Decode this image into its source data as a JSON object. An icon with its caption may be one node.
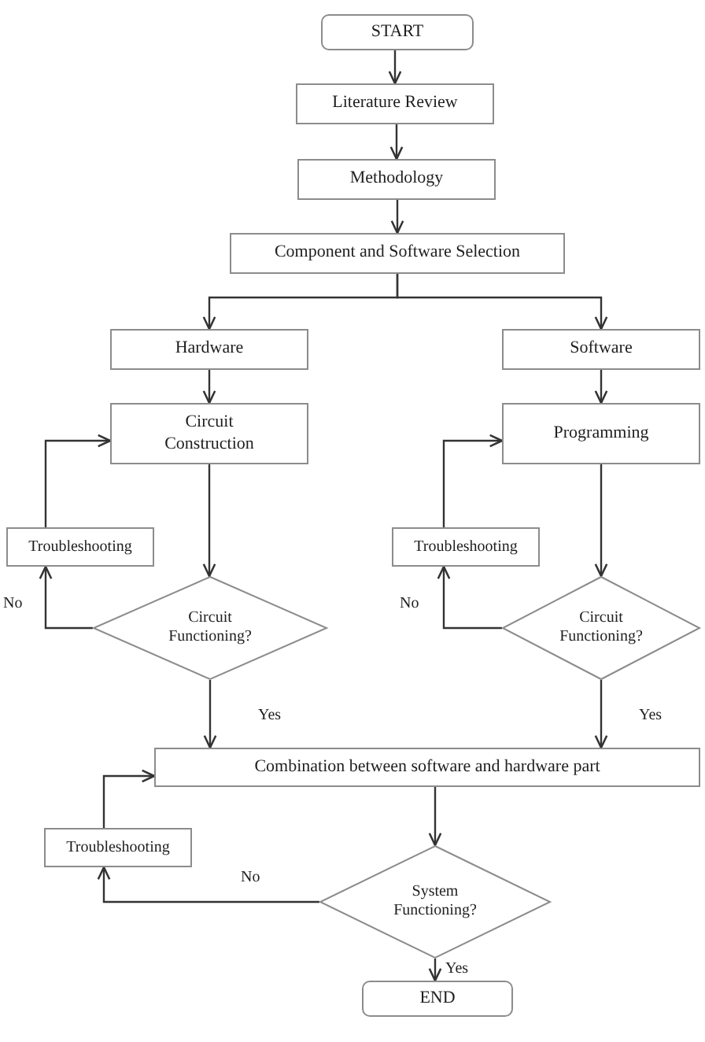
{
  "diagram": {
    "nodes": [
      {
        "text": [
          "START"
        ]
      },
      {
        "text": [
          "Literature Review"
        ]
      },
      {
        "text": [
          "Methodology"
        ]
      },
      {
        "text": [
          "Component and Software Selection"
        ]
      },
      {
        "text": [
          "Hardware"
        ]
      },
      {
        "text": [
          "Software"
        ]
      },
      {
        "text": [
          "Circuit Construction"
        ]
      },
      {
        "text": [
          "Programming"
        ]
      },
      {
        "text": [
          "Troubleshooting"
        ]
      },
      {
        "text": [
          "Troubleshooting"
        ]
      },
      {
        "text": [
          "Circuit Functioning?"
        ]
      },
      {
        "text": [
          "Circuit Functioning?"
        ]
      },
      {
        "text": [
          "Combination between software and hardware part"
        ]
      },
      {
        "text": [
          "Troubleshooting"
        ]
      },
      {
        "text": [
          "System Functioning?"
        ]
      },
      {
        "text": [
          "END"
        ]
      }
    ],
    "edges": [
      {
        "from": 0,
        "to": 1,
        "arrow": "to"
      },
      {
        "from": 1,
        "to": 2,
        "arrow": "to"
      },
      {
        "from": 2,
        "to": 3,
        "arrow": "to"
      },
      {
        "from": 3,
        "to": 4,
        "arrow": "to"
      },
      {
        "from": 3,
        "to": 5,
        "arrow": "to"
      },
      {
        "from": 4,
        "to": 6,
        "arrow": "to"
      },
      {
        "from": 5,
        "to": 7,
        "arrow": "to"
      },
      {
        "from": 6,
        "to": 10,
        "arrow": "to"
      },
      {
        "from": 7,
        "to": 11,
        "arrow": "to"
      },
      {
        "from": 10,
        "to": 8,
        "label": "No",
        "arrow": "to"
      },
      {
        "from": 8,
        "to": 6,
        "arrow": "to"
      },
      {
        "from": 11,
        "to": 9,
        "label": "No",
        "arrow": "to"
      },
      {
        "from": 9,
        "to": 7,
        "arrow": "to"
      },
      {
        "from": 10,
        "to": 12,
        "label": "Yes",
        "arrow": "to"
      },
      {
        "from": 11,
        "to": 12,
        "label": "Yes",
        "arrow": "to"
      },
      {
        "from": 12,
        "to": 14,
        "arrow": "to"
      },
      {
        "from": 14,
        "to": 13,
        "label": "No",
        "arrow": "to"
      },
      {
        "from": 13,
        "to": 12,
        "arrow": "to"
      },
      {
        "from": 14,
        "to": 15,
        "label": "Yes",
        "arrow": "to"
      }
    ]
  }
}
